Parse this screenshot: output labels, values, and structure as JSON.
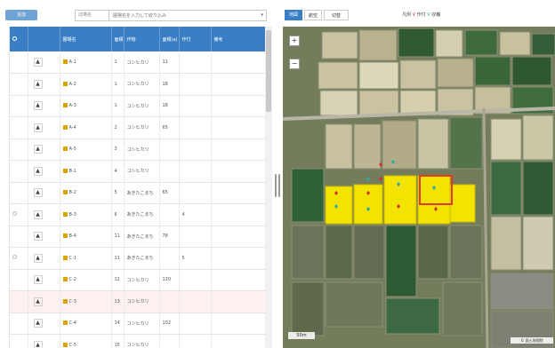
{
  "toolbar": {
    "left_button": "追加"
  },
  "search": {
    "select_label": "ほ場名",
    "placeholder": "圃場名を入力して絞り込み",
    "caret": "▾"
  },
  "table": {
    "headers": [
      "",
      "",
      "圃場名",
      "面積",
      "作物",
      "面積(a)",
      "作付",
      "備考"
    ],
    "rows": [
      {
        "pin": "▲",
        "name": "A-1",
        "no": "1",
        "crop": "コシヒカリ",
        "area": "11",
        "v1": "",
        "v2": ""
      },
      {
        "pin": "▲",
        "name": "A-2",
        "no": "1",
        "crop": "コシヒカリ",
        "area": "18",
        "v1": "",
        "v2": ""
      },
      {
        "pin": "▲",
        "name": "A-3",
        "no": "1",
        "crop": "コシヒカリ",
        "area": "18",
        "v1": "",
        "v2": ""
      },
      {
        "pin": "▲",
        "name": "A-4",
        "no": "2",
        "crop": "コシヒカリ",
        "area": "65",
        "v1": "",
        "v2": ""
      },
      {
        "pin": "▲",
        "name": "A-5",
        "no": "3",
        "crop": "コシヒカリ",
        "area": "",
        "v1": "",
        "v2": ""
      },
      {
        "pin": "▲",
        "name": "B-1",
        "no": "4",
        "crop": "コシヒカリ",
        "area": "",
        "v1": "",
        "v2": ""
      },
      {
        "pin": "▲",
        "name": "B-2",
        "no": "5",
        "crop": "あきたこまち",
        "area": "65",
        "v1": "",
        "v2": ""
      },
      {
        "pin": "▲",
        "name": "B-3",
        "no": "6",
        "crop": "あきたこまち",
        "area": "",
        "v1": "4",
        "v2": ""
      },
      {
        "pin": "▲",
        "name": "B-4",
        "no": "11",
        "crop": "あきたこまち",
        "area": "78",
        "v1": "",
        "v2": ""
      },
      {
        "pin": "▲",
        "name": "C-1",
        "no": "11",
        "crop": "あきたこまち",
        "area": "",
        "v1": "5",
        "v2": ""
      },
      {
        "pin": "▲",
        "name": "C-2",
        "no": "12",
        "crop": "コシヒカリ",
        "area": "120",
        "v1": "",
        "v2": ""
      },
      {
        "pin": "▲",
        "name": "C-3",
        "no": "13",
        "crop": "コシヒカリ",
        "area": "",
        "v1": "",
        "v2": ""
      },
      {
        "pin": "▲",
        "name": "C-4",
        "no": "14",
        "crop": "コシヒカリ",
        "area": "102",
        "v1": "",
        "v2": ""
      },
      {
        "pin": "▲",
        "name": "C-5",
        "no": "15",
        "crop": "コシヒカリ",
        "area": "",
        "v1": "",
        "v2": ""
      }
    ]
  },
  "map": {
    "tabs": [
      "地図",
      "航空",
      "切替"
    ],
    "legend": {
      "prefix": "凡例",
      "red": "V",
      "sep1": "作付",
      "teal": "V",
      "sep2": "収穫"
    },
    "zoom_in": "+",
    "zoom_out": "−",
    "scale": "50m",
    "attribution": "© 国土地理院"
  }
}
